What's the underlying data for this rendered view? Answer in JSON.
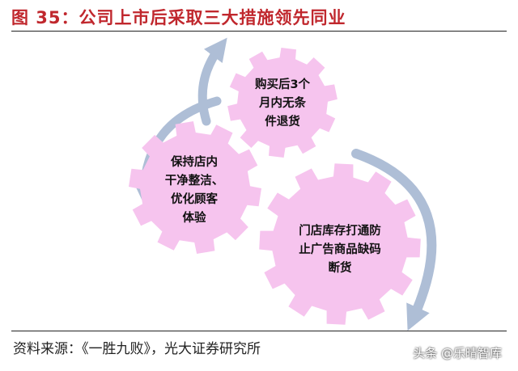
{
  "title": "图 35：公司上市后采取三大措施领先同业",
  "gears": [
    {
      "label": "购买后3个月内无条件退货",
      "lines": [
        "购买后3个",
        "月内无条",
        "件退货"
      ]
    },
    {
      "label": "保持店内干净整洁、优化顾客体验",
      "lines": [
        "保持店内",
        "干净整洁、",
        "优化顾客",
        "体验"
      ]
    },
    {
      "label": "门店库存打通防止广告商品缺码断货",
      "lines": [
        "门店库存打通防",
        "止广告商品缺码",
        "断货"
      ]
    }
  ],
  "source": "资料来源：《一胜九败》，光大证券研究所",
  "watermark": "头条 @乐晴智库",
  "colors": {
    "title": "#c0272d",
    "gear_fill": "#f6c4ee",
    "arrow": "#aebed6"
  }
}
